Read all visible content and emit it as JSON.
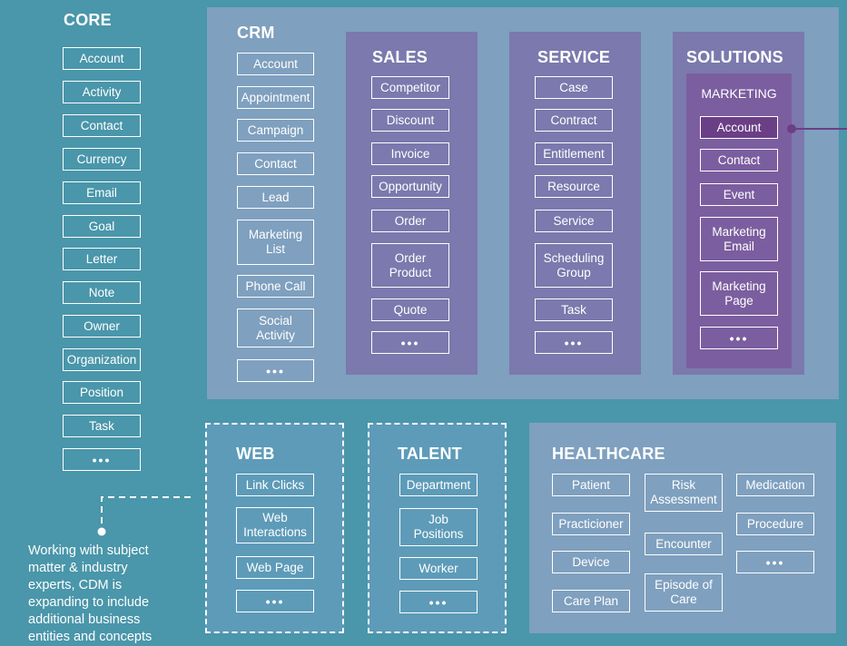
{
  "core": {
    "title": "CORE",
    "items": [
      "Account",
      "Activity",
      "Contact",
      "Currency",
      "Email",
      "Goal",
      "Letter",
      "Note",
      "Owner",
      "Organization",
      "Position",
      "Task",
      "•••"
    ]
  },
  "crm": {
    "title": "CRM",
    "items": [
      "Account",
      "Appointment",
      "Campaign",
      "Contact",
      "Lead",
      "Marketing List",
      "Phone Call",
      "Social Activity",
      "•••"
    ]
  },
  "sales": {
    "title": "SALES",
    "items": [
      "Competitor",
      "Discount",
      "Invoice",
      "Opportunity",
      "Order",
      "Order Product",
      "Quote",
      "•••"
    ]
  },
  "service": {
    "title": "SERVICE",
    "items": [
      "Case",
      "Contract",
      "Entitlement",
      "Resource",
      "Service",
      "Scheduling Group",
      "Task",
      "•••"
    ]
  },
  "solutions": {
    "title": "SOLUTIONS",
    "marketing_title": "MARKETING",
    "items": [
      "Account",
      "Contact",
      "Event",
      "Marketing Email",
      "Marketing Page",
      "•••"
    ]
  },
  "web": {
    "title": "WEB",
    "items": [
      "Link Clicks",
      "Web Interactions",
      "Web Page",
      "•••"
    ]
  },
  "talent": {
    "title": "TALENT",
    "items": [
      "Department",
      "Job Positions",
      "Worker",
      "•••"
    ]
  },
  "healthcare": {
    "title": "HEALTHCARE",
    "col1": [
      "Patient",
      "Practicioner",
      "Device",
      "Care Plan"
    ],
    "col2": [
      "Risk Assessment",
      "Encounter",
      "Episode of Care"
    ],
    "col3": [
      "Medication",
      "Procedure",
      "•••"
    ]
  },
  "note": {
    "lines": [
      "Working with subject",
      "matter & industry",
      "experts, CDM is",
      "expanding to include",
      "additional business",
      "entities and concepts"
    ]
  },
  "colors": {
    "background": "#4a96aa",
    "crm_panel": "#7fa0bf",
    "sales_service_panel": "#7b79ad",
    "marketing_panel": "#7b5e9f",
    "highlight_box": "#6a3f86",
    "healthcare_panel": "#7fa0bf"
  }
}
